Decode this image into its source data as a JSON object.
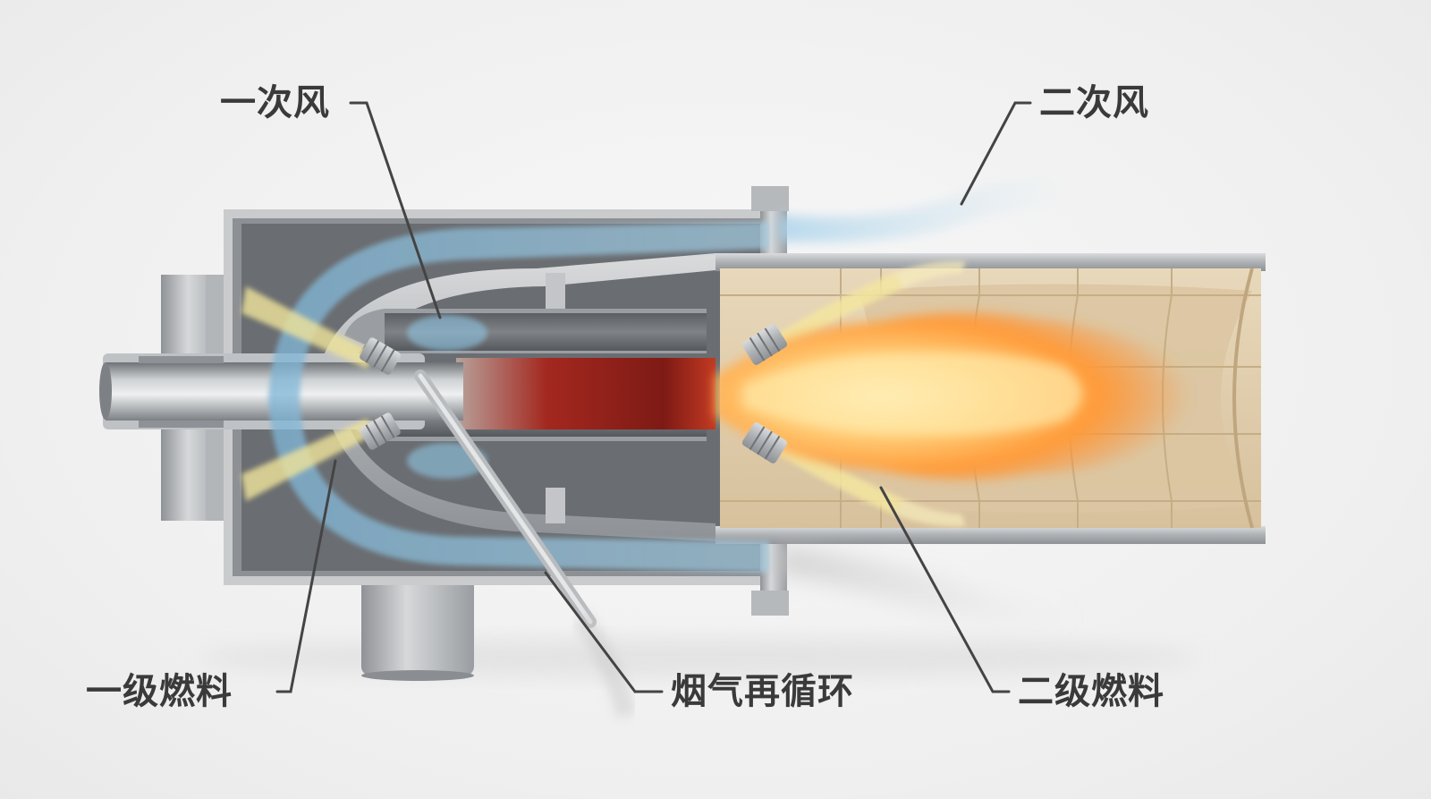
{
  "labels": {
    "primary_air": "一次风",
    "secondary_air": "二次风",
    "primary_fuel": "一级燃料",
    "flue_gas_recirculation": "烟气再循环",
    "secondary_fuel": "二级燃料"
  },
  "colors": {
    "background": "#f3f3f3",
    "steel": "#a9acaf",
    "steel_dark": "#6e7175",
    "air_flow": "#8fc1de",
    "fuel_flow": "#efe39a",
    "refractory": "#e2cfae",
    "flame": "#ffae45",
    "flame_core": "#a8201c",
    "label_text": "#3a3a3a",
    "leader_line": "#444444"
  }
}
